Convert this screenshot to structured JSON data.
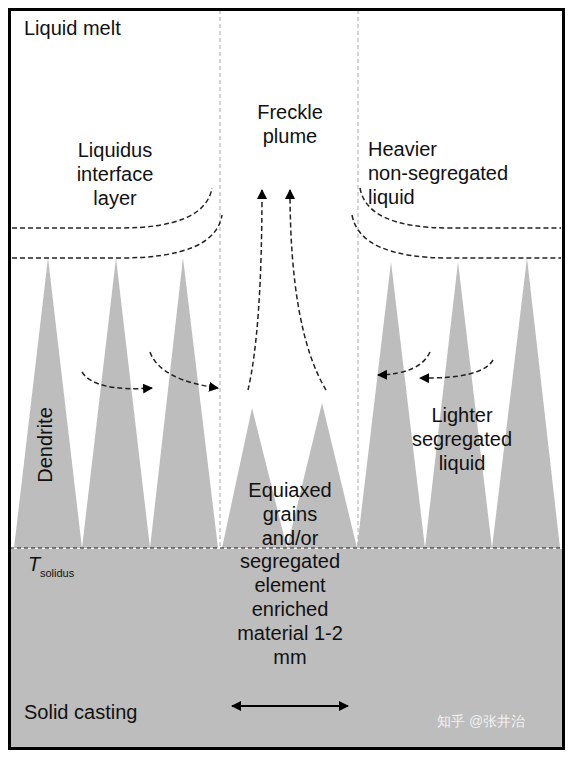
{
  "diagram": {
    "nodes": [
      {
        "text": [
          "Dendrite"
        ]
      },
      {
        "text": [
          "Solid casting"
        ]
      }
    ],
    "labels": [
      "Liquid melt",
      "Freckle plume",
      "Liquidus interface layer",
      "Heavier non-segregated liquid",
      "Lighter segregated liquid",
      "Equiaxed grains and/or segregated element enriched material 1-2 mm",
      "T",
      "solidus",
      "知乎 @张井治"
    ]
  }
}
